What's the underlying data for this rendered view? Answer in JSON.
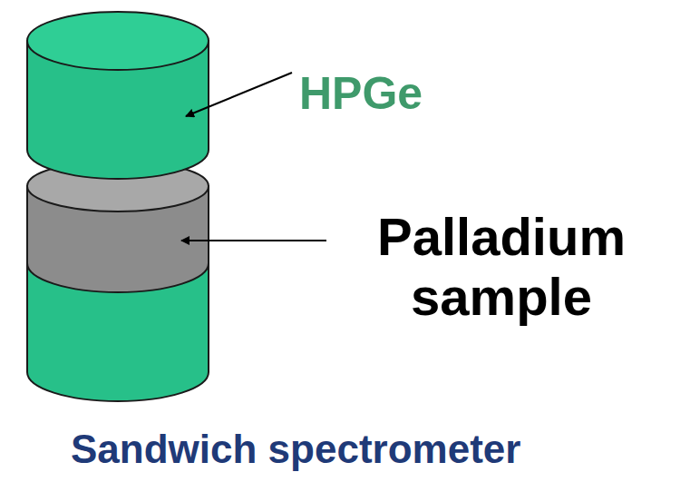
{
  "diagram": {
    "caption": "Sandwich spectrometer",
    "labels": [
      "HPGe",
      "Palladium sample"
    ]
  }
}
